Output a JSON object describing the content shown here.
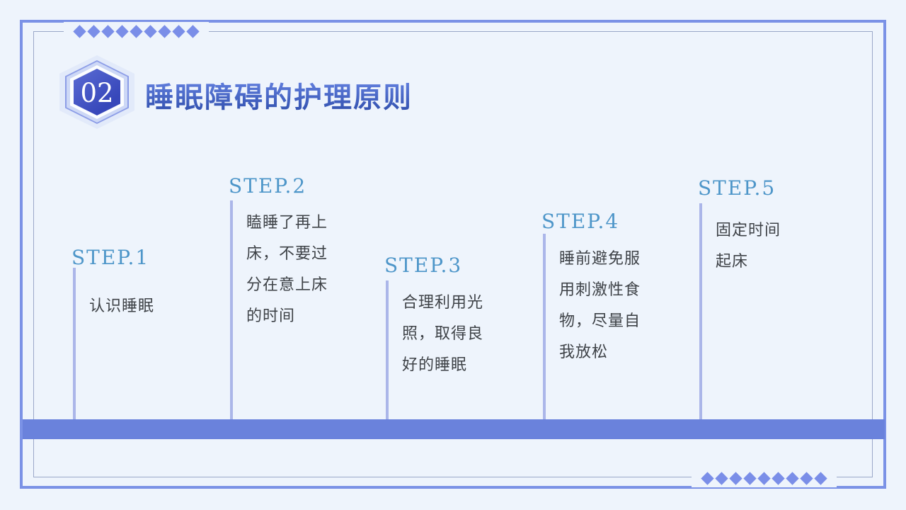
{
  "slide": {
    "badge": "02",
    "title": "睡眠障碍的护理原则"
  },
  "steps": [
    {
      "label": "STEP.1",
      "lines": [
        "认识睡眠"
      ]
    },
    {
      "label": "STEP.2",
      "lines": [
        "瞌睡了再上",
        "床，不要过",
        "分在意上床",
        "的时间"
      ]
    },
    {
      "label": "STEP.3",
      "lines": [
        "合理利用光",
        "照，取得良",
        "好的睡眠"
      ]
    },
    {
      "label": "STEP.4",
      "lines": [
        "睡前避免服",
        "用刺激性食",
        "物，尽量自",
        "我放松"
      ]
    },
    {
      "label": "STEP.5",
      "lines": [
        "固定时间",
        "起床"
      ]
    }
  ],
  "decorations": {
    "diamond_count": 9
  },
  "colors": {
    "background": "#eef4fc",
    "accent_bar": "#6a82dc",
    "outer_frame": "#7b92e6",
    "inner_frame_line": "#9aa8c8",
    "step_line": "#abb6e9",
    "step_label": "#4e96c9",
    "body_text": "#3e4247",
    "title_gradient_top": "#6c89e8",
    "title_gradient_bottom": "#3352b0",
    "diamond": "#7a8ee8"
  }
}
